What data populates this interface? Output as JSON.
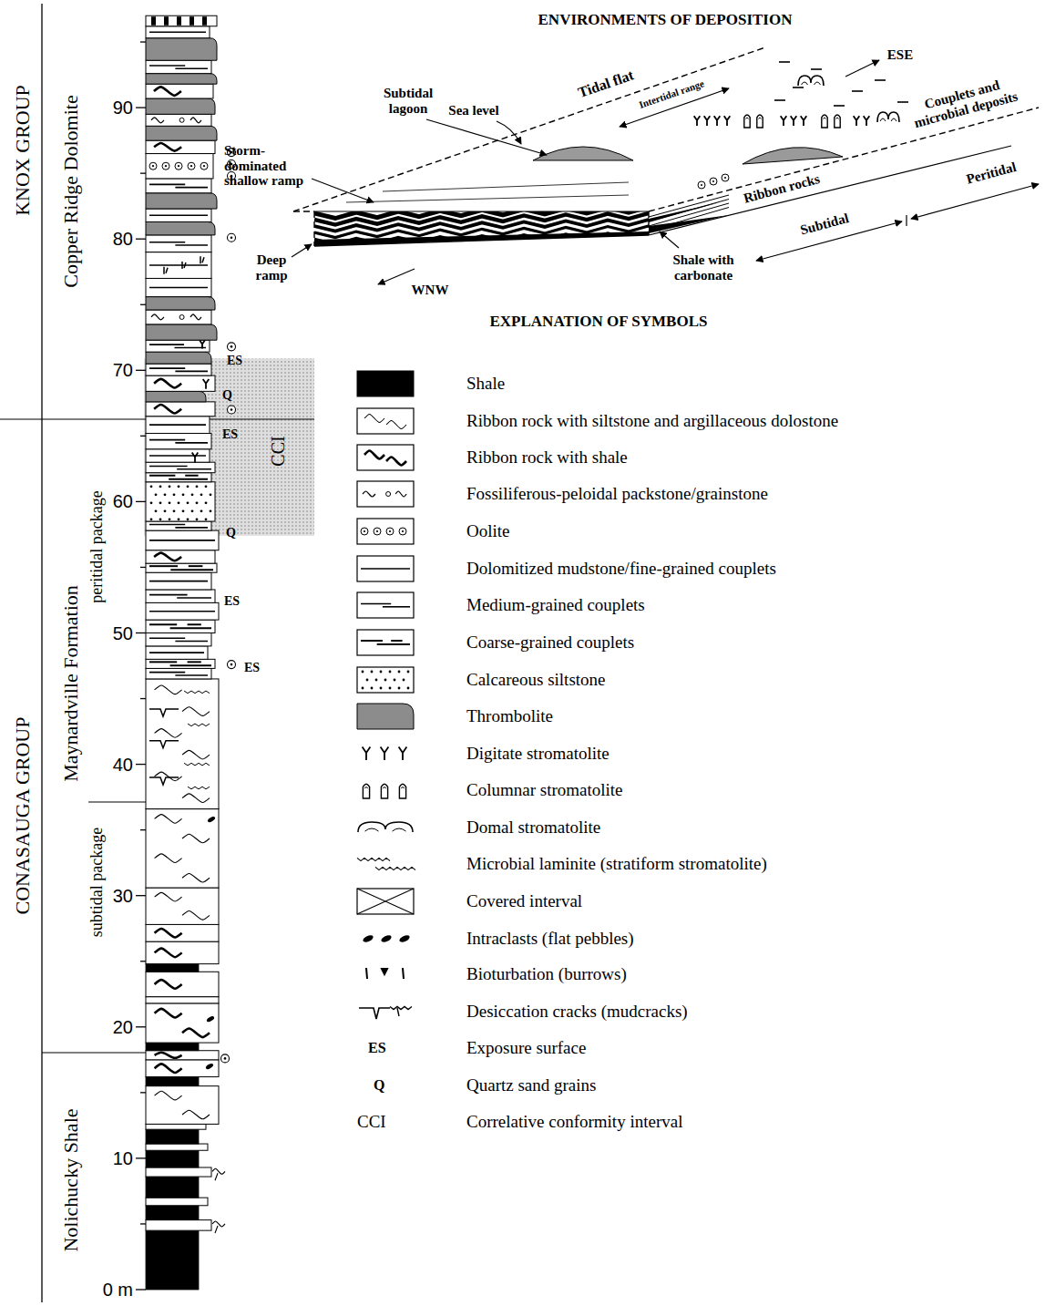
{
  "diagram": {
    "nodes": [
      {
        "text": [
          "CCI"
        ]
      }
    ],
    "labels": [
      "ENVIRONMENTS OF DEPOSITION",
      "Tidal flat",
      "Intertidal range",
      "ESE",
      "Sea level",
      "Subtidal lagoon",
      "Storm- dominated shallow ramp",
      "Couplets and microbial deposits",
      "Peritidal",
      "Ribbon rocks",
      "Subtidal",
      "Shale with carbonate",
      "Deep ramp",
      "WNW",
      "EXPLANATION OF SYMBOLS",
      "ES",
      "Q",
      "CCI",
      "KNOX GROUP",
      "Copper Ridge Dolomite",
      "CONASAUGA GROUP",
      "Maynardville Formation",
      "peritidal package",
      "subtidal package",
      "Nolichucky Shale",
      "90",
      "80",
      "70",
      "60",
      "50",
      "40",
      "30",
      "20",
      "10",
      "0 m",
      "ES",
      "Q",
      "ES",
      "Q",
      "ES",
      "ES"
    ],
    "legend": [
      {
        "text": "Shale",
        "color": "#000000"
      },
      {
        "text": "Ribbon rock with siltstone and argillaceous dolostone"
      },
      {
        "text": "Ribbon rock with shale"
      },
      {
        "text": "Fossiliferous-peloidal packstone/grainstone"
      },
      {
        "text": "Oolite"
      },
      {
        "text": "Dolomitized mudstone/fine-grained couplets"
      },
      {
        "text": "Medium-grained couplets"
      },
      {
        "text": "Coarse-grained couplets"
      },
      {
        "text": "Calcareous siltstone"
      },
      {
        "text": "Thrombolite",
        "color": "#8c8c8c"
      },
      {
        "text": "Digitate stromatolite"
      },
      {
        "text": "Columnar stromatolite"
      },
      {
        "text": "Domal stromatolite"
      },
      {
        "text": "Microbial laminite (stratiform stromatolite)"
      },
      {
        "text": "Covered interval"
      },
      {
        "text": "Intraclasts (flat pebbles)"
      },
      {
        "text": "Bioturbation (burrows)"
      },
      {
        "text": "Desiccation cracks (mudcracks)"
      },
      {
        "text": "Exposure surface"
      },
      {
        "text": "Quartz sand grains"
      },
      {
        "text": "Correlative conformity interval"
      }
    ]
  }
}
